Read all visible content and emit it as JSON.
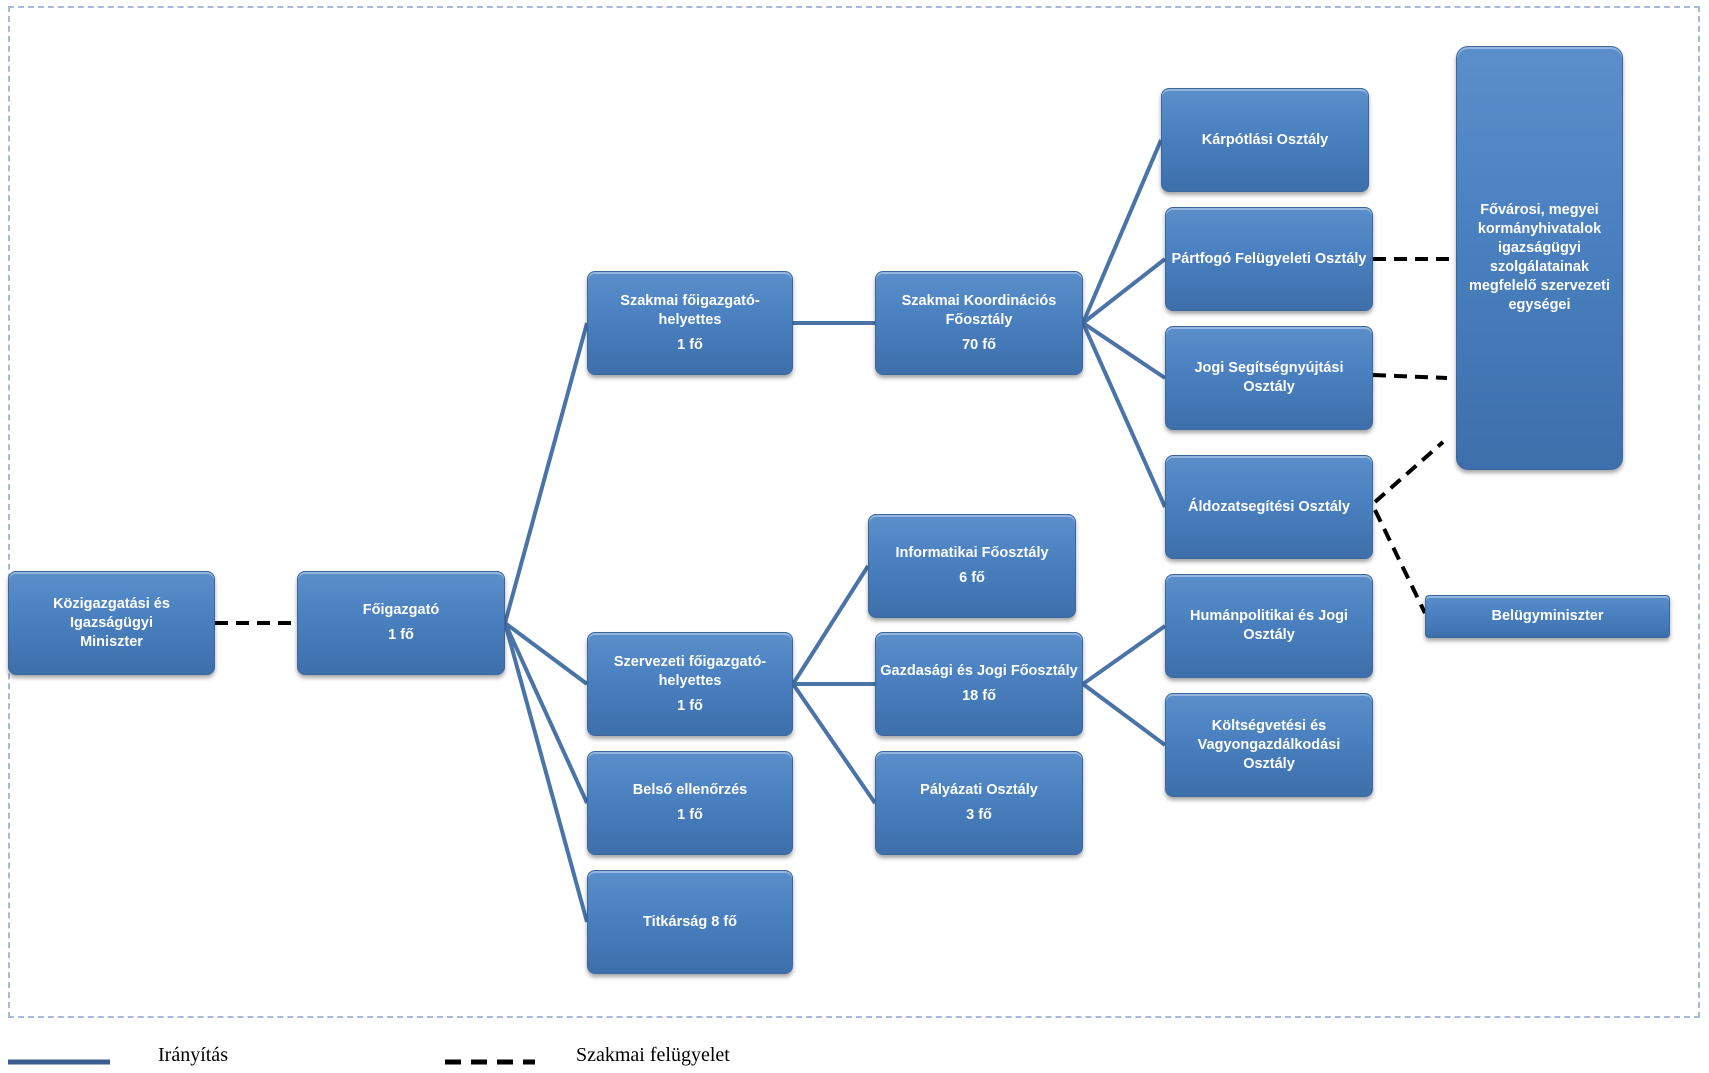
{
  "nodes": {
    "miniszter": {
      "title": "Közigazgatási és Igazságügyi\nMiniszter",
      "count": ""
    },
    "foigazgato": {
      "title": "Főigazgató",
      "count": "1 fő"
    },
    "szakmai_helyettes": {
      "title": "Szakmai főigazgató-\nhelyettes",
      "count": "1 fő"
    },
    "szervezeti_helyettes": {
      "title": "Szervezeti főigazgató-\nhelyettes",
      "count": "1 fő"
    },
    "belso_ellenorzes": {
      "title": "Belső ellenőrzés",
      "count": "1 fő"
    },
    "titkarsag": {
      "title": "Titkárság 8 fő",
      "count": ""
    },
    "szakmai_koordinacios": {
      "title": "Szakmai Koordinációs\nFőosztály",
      "count": "70 fő"
    },
    "informatikai": {
      "title": "Informatikai Főosztály",
      "count": "6 fő"
    },
    "gazdasagi_jogi": {
      "title": "Gazdasági és Jogi Főosztály",
      "count": "18 fő"
    },
    "palyazati": {
      "title": "Pályázati Osztály",
      "count": "3 fő"
    },
    "karpotlasi": {
      "title": "Kárpótlási Osztály",
      "count": ""
    },
    "partfogo": {
      "title": "Pártfogó Felügyeleti Osztály",
      "count": ""
    },
    "jogi_segitseg": {
      "title": "Jogi Segítségnyújtási\nOsztály",
      "count": ""
    },
    "aldozatsegitesi": {
      "title": "Áldozatsegítési Osztály",
      "count": ""
    },
    "humanpolitikai": {
      "title": "Humánpolitikai és Jogi\nOsztály",
      "count": ""
    },
    "koltsegvetesi": {
      "title": "Költségvetési és\nVagyongazdálkodási\nOsztály",
      "count": ""
    },
    "kormanyhivatalok": {
      "title": "Fővárosi, megyei\nkormányhivatalok\nigazságügyi\nszolgálatainak\nmegfelelő szervezeti\negységei",
      "count": ""
    },
    "belugyminiszter": {
      "title": "Belügyminiszter",
      "count": ""
    }
  },
  "edges": [
    {
      "from": "miniszter",
      "to": "foigazgato",
      "type": "dashed"
    },
    {
      "from": "foigazgato",
      "to": "szakmai_helyettes",
      "type": "solid"
    },
    {
      "from": "foigazgato",
      "to": "szervezeti_helyettes",
      "type": "solid"
    },
    {
      "from": "foigazgato",
      "to": "belso_ellenorzes",
      "type": "solid"
    },
    {
      "from": "foigazgato",
      "to": "titkarsag",
      "type": "solid"
    },
    {
      "from": "szakmai_helyettes",
      "to": "szakmai_koordinacios",
      "type": "solid"
    },
    {
      "from": "szakmai_koordinacios",
      "to": "karpotlasi",
      "type": "solid"
    },
    {
      "from": "szakmai_koordinacios",
      "to": "partfogo",
      "type": "solid"
    },
    {
      "from": "szakmai_koordinacios",
      "to": "jogi_segitseg",
      "type": "solid"
    },
    {
      "from": "szakmai_koordinacios",
      "to": "aldozatsegitesi",
      "type": "solid"
    },
    {
      "from": "szervezeti_helyettes",
      "to": "informatikai",
      "type": "solid"
    },
    {
      "from": "szervezeti_helyettes",
      "to": "gazdasagi_jogi",
      "type": "solid"
    },
    {
      "from": "szervezeti_helyettes",
      "to": "palyazati",
      "type": "solid"
    },
    {
      "from": "gazdasagi_jogi",
      "to": "humanpolitikai",
      "type": "solid"
    },
    {
      "from": "gazdasagi_jogi",
      "to": "koltsegvetesi",
      "type": "solid"
    },
    {
      "from": "partfogo",
      "to": "kormanyhivatalok",
      "type": "dashed"
    },
    {
      "from": "jogi_segitseg",
      "to": "kormanyhivatalok",
      "type": "dashed"
    },
    {
      "from": "aldozatsegitesi",
      "to": "kormanyhivatalok",
      "type": "dashed"
    },
    {
      "from": "aldozatsegitesi",
      "to": "belugyminiszter",
      "type": "dashed"
    }
  ],
  "legend": {
    "solid_label": "Irányítás",
    "dashed_label": "Szakmai felügyelet"
  },
  "colors": {
    "solid_line": "#4a74a8",
    "dashed_line": "#000000",
    "box_fill": "#4a80c0"
  }
}
